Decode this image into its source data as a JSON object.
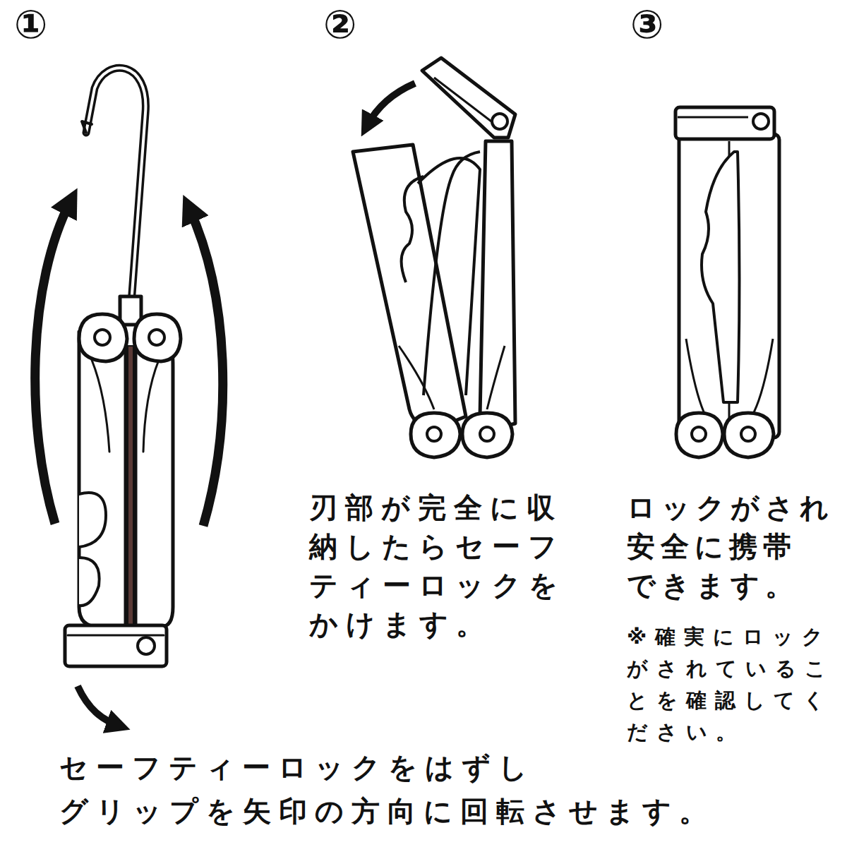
{
  "diagram": {
    "labels": [
      "①",
      "②",
      "③",
      "刃部が完全に収 納したらセーフ ティーロックを かけます。",
      "ロックがされ 安全に携帯 できます。",
      "※確実にロック がされているこ とを確認してく ださい。",
      "セーフティーロックをはずし グリップを矢印の方向に回転させます。"
    ]
  }
}
